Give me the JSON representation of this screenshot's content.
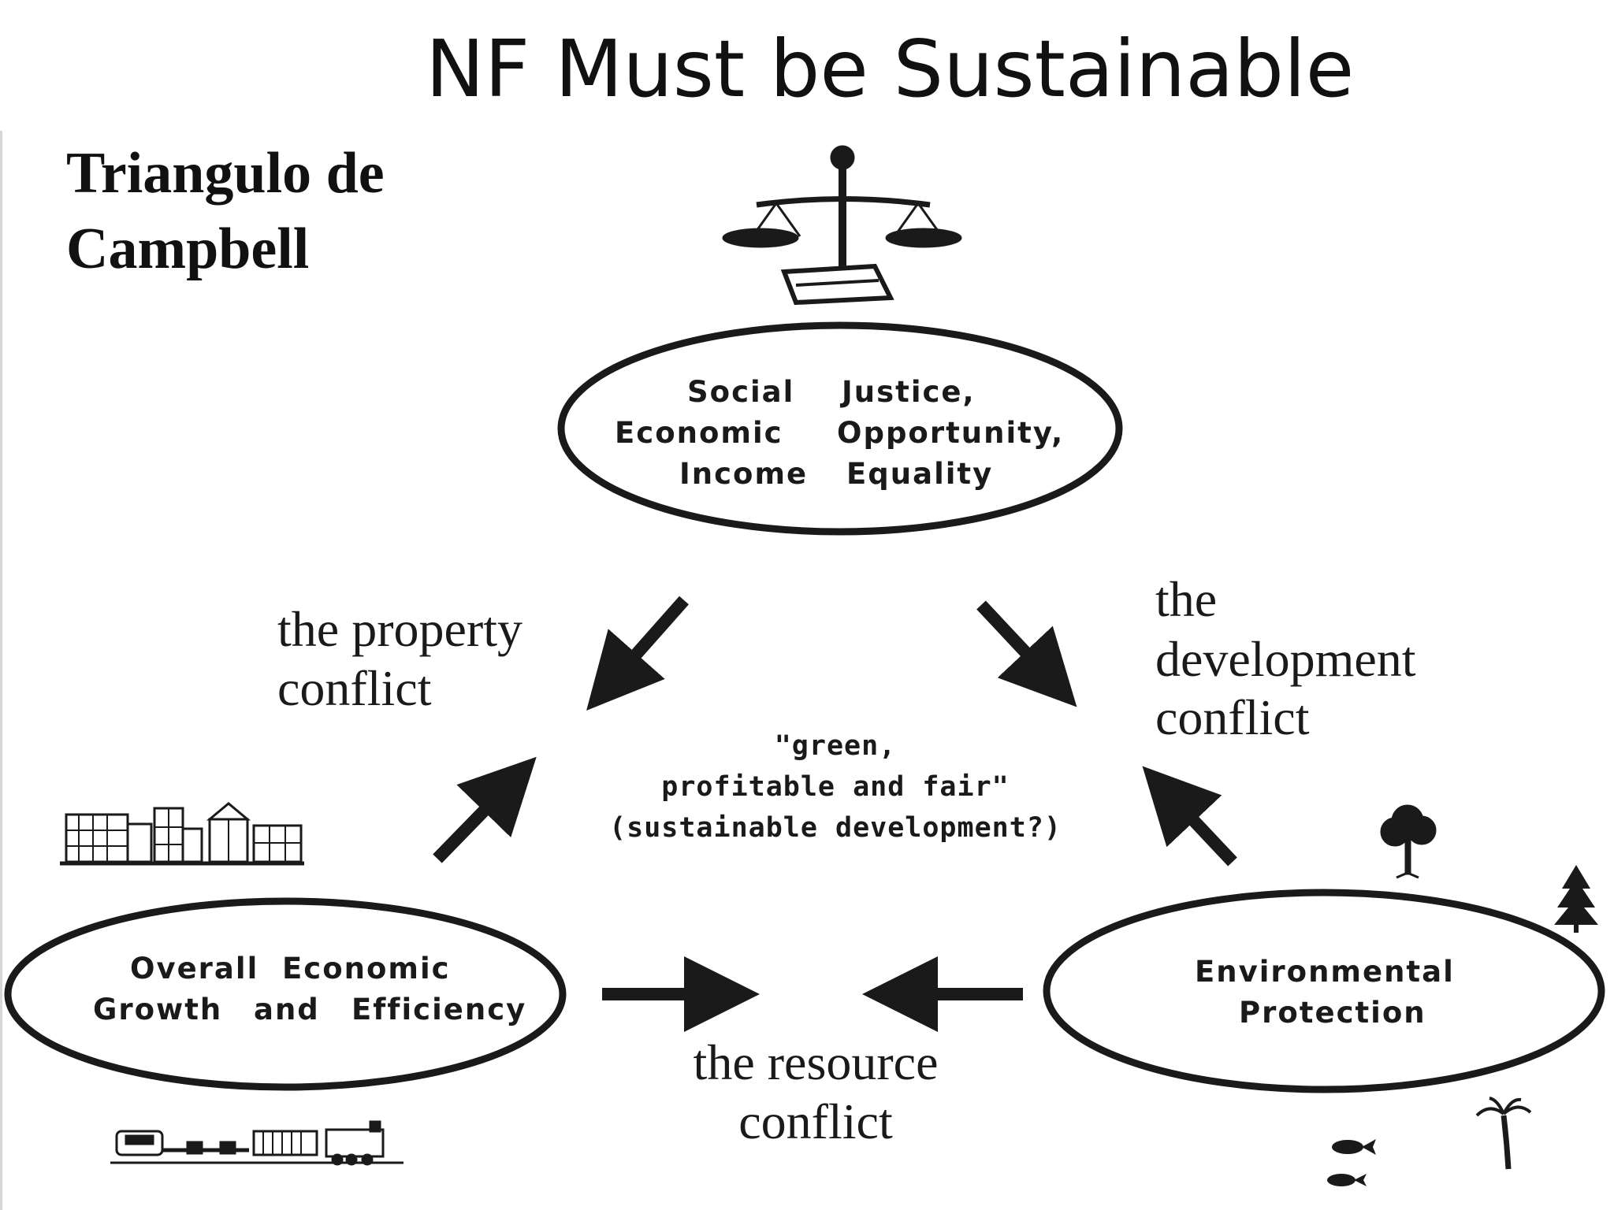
{
  "title": "NF Must be Sustainable",
  "subtitle": {
    "line1": "Triangulo de",
    "line2": "Campbell"
  },
  "nodes": {
    "social": {
      "lines": [
        [
          "Social",
          "Justice,"
        ],
        [
          "Economic",
          "Opportunity,"
        ],
        [
          "Income",
          "Equality"
        ]
      ],
      "icon": "scales-of-justice-icon"
    },
    "economic": {
      "lines": [
        [
          "Overall",
          "Economic"
        ],
        [
          "Growth",
          "and",
          "Efficiency"
        ]
      ],
      "icons": [
        "city-buildings-icon",
        "train-icon"
      ]
    },
    "environmental": {
      "lines": [
        "Environmental",
        "Protection"
      ],
      "icons": [
        "deciduous-tree-icon",
        "pine-tree-icon",
        "palm-tree-icon",
        "fish-icon"
      ]
    }
  },
  "center": {
    "line1": "\"green,",
    "line2": "profitable and fair\"",
    "line3": "(sustainable development?)"
  },
  "conflicts": {
    "property": [
      "the property",
      "conflict"
    ],
    "development": [
      "the",
      "development",
      "conflict"
    ],
    "resource": [
      "the resource",
      "conflict"
    ]
  },
  "colors": {
    "ink": "#1a1a1a",
    "background": "#ffffff"
  }
}
